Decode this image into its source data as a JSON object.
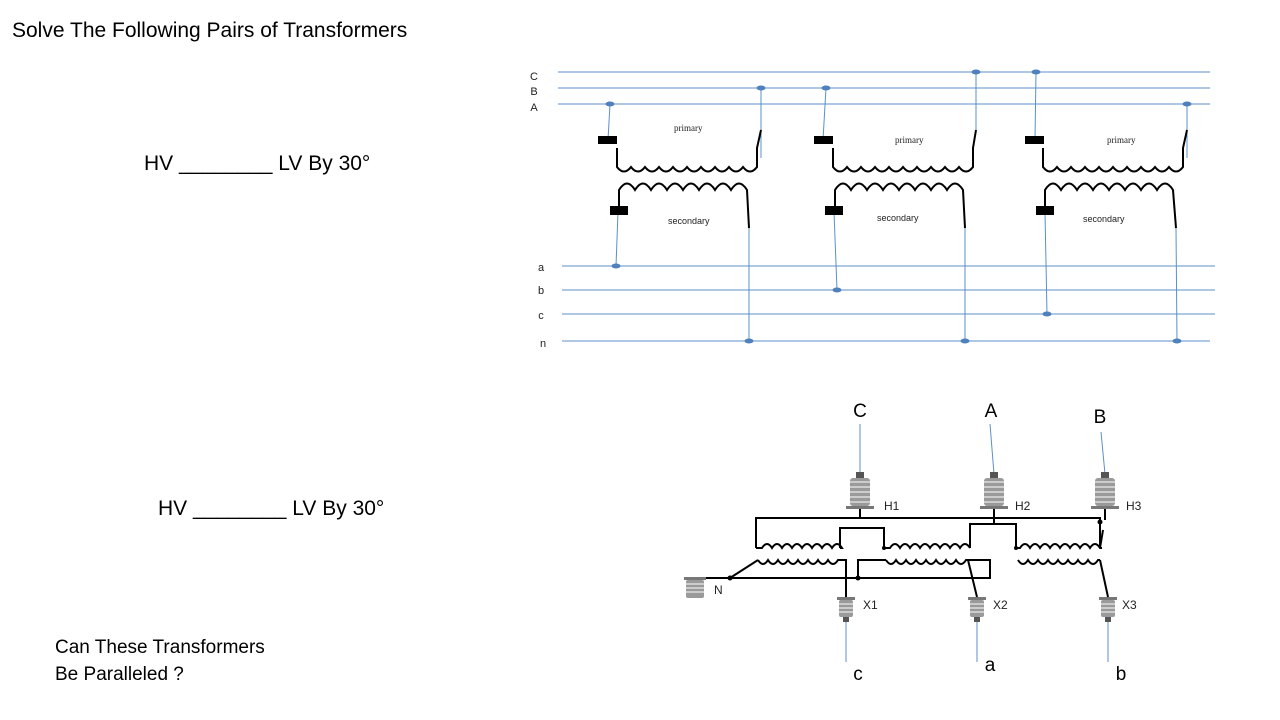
{
  "title": "Solve The Following Pairs of Transformers",
  "question1": "HV ________ LV By 30°",
  "question2": "HV ________ LV By 30°",
  "question3_line1": "Can These Transformers",
  "question3_line2": "Be Paralleled ?",
  "diagram1": {
    "hv_lines": [
      "C",
      "B",
      "A"
    ],
    "lv_lines": [
      "a",
      "b",
      "c",
      "n"
    ],
    "primary_label": "primary",
    "secondary_label": "secondary"
  },
  "diagram2": {
    "hv_terminal_labels": [
      "H1",
      "H2",
      "H3"
    ],
    "hv_phase_labels": [
      "C",
      "A",
      "B"
    ],
    "lv_terminal_labels": [
      "X1",
      "X2",
      "X3"
    ],
    "lv_phase_labels": [
      "c",
      "a",
      "b"
    ],
    "neutral_label": "N"
  },
  "colors": {
    "line_blue": "#5b8fc9",
    "dot_blue": "#4f81bd",
    "ink": "#000000"
  }
}
